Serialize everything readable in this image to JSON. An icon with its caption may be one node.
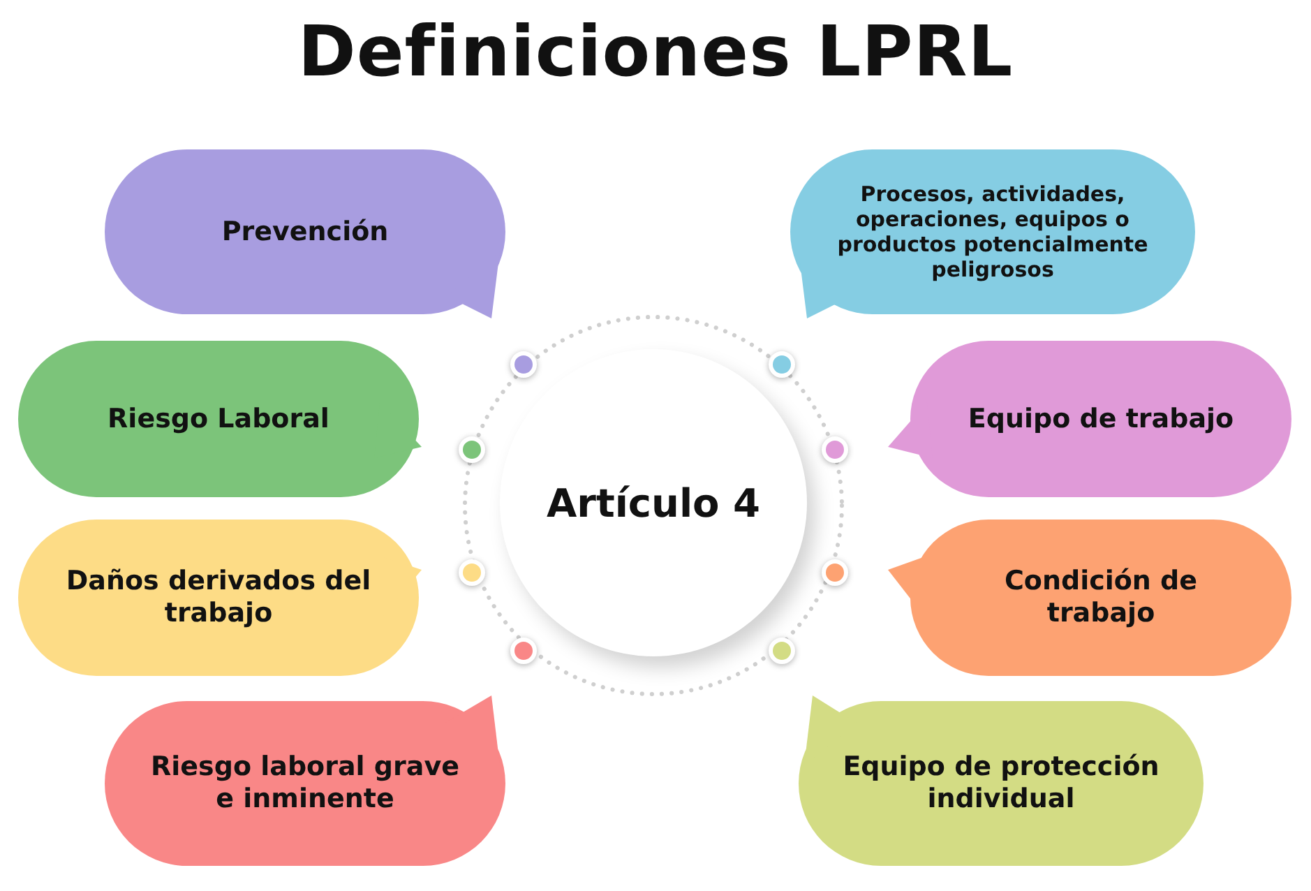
{
  "diagram": {
    "title": "Definiciones LPRL",
    "nodes": [
      {
        "text": [
          "Artículo 4"
        ]
      },
      {
        "text": [
          "Prevención"
        ]
      },
      {
        "text": [
          "Procesos, actividades, operaciones, equipos o productos potencialmente peligrosos"
        ]
      },
      {
        "text": [
          "Riesgo Laboral"
        ]
      },
      {
        "text": [
          "Equipo de trabajo"
        ]
      },
      {
        "text": [
          "Daños derivados del trabajo"
        ]
      },
      {
        "text": [
          "Condición de trabajo"
        ]
      },
      {
        "text": [
          "Riesgo laboral grave e inminente"
        ]
      },
      {
        "text": [
          "Equipo de protección individual"
        ]
      }
    ]
  }
}
